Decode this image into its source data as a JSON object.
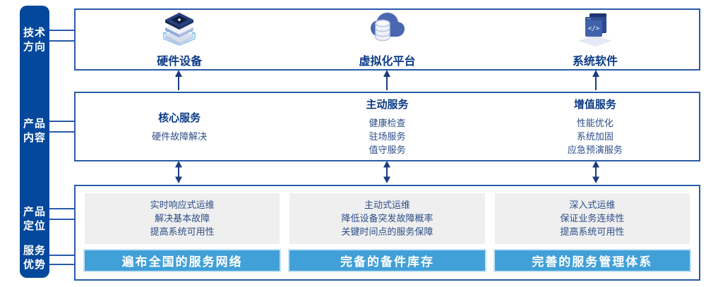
{
  "colors": {
    "sidebar_bg": "#04489c",
    "box_border": "#2a5ba9",
    "title_text": "#0b3a86",
    "body_text": "#2c4d88",
    "bar_bg": "#42a0d8",
    "gray_box_bg": "#efefef",
    "arrow": "#1b3c7e"
  },
  "sidebar": {
    "items": [
      {
        "label": "技术\n方向"
      },
      {
        "label": "产品\n内容"
      },
      {
        "label": "产品\n定位"
      },
      {
        "label": "服务\n优势"
      }
    ]
  },
  "tech_row": {
    "items": [
      {
        "icon": "server-stack-icon",
        "label": "硬件设备"
      },
      {
        "icon": "cloud-database-icon",
        "label": "虚拟化平台"
      },
      {
        "icon": "code-window-icon",
        "label": "系统软件"
      }
    ]
  },
  "content_row": {
    "columns": [
      {
        "title": "核心服务",
        "items": [
          "硬件故障解决"
        ]
      },
      {
        "title": "主动服务",
        "items": [
          "健康检查",
          "驻场服务",
          "值守服务"
        ]
      },
      {
        "title": "增值服务",
        "items": [
          "性能优化",
          "系统加固",
          "应急预演服务"
        ]
      }
    ]
  },
  "positioning_row": {
    "columns": [
      {
        "lines": [
          "实时响应式运维",
          "解决基本故障",
          "提高系统可用性"
        ],
        "bar": "遍布全国的服务网络"
      },
      {
        "lines": [
          "主动式运维",
          "降低设备突发故障概率",
          "关键时间点的服务保障"
        ],
        "bar": "完备的备件库存"
      },
      {
        "lines": [
          "深入式运维",
          "保证业务连续性",
          "提高系统可用性"
        ],
        "bar": "完善的服务管理体系"
      }
    ]
  }
}
